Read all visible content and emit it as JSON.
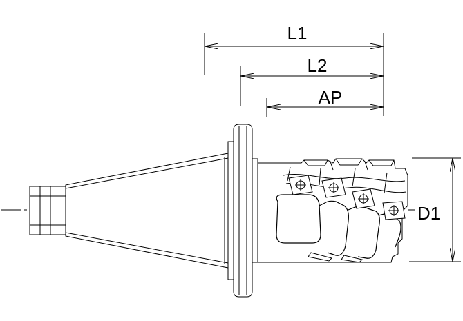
{
  "diagram": {
    "dimensions": {
      "l1": "L1",
      "l2": "L2",
      "ap": "AP",
      "d1": "D1"
    },
    "colors": {
      "line": "#000000",
      "background": "#ffffff"
    }
  }
}
